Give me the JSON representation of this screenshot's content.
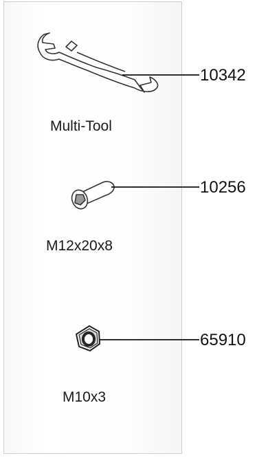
{
  "parts": [
    {
      "name": "Multi-Tool",
      "number": "10342",
      "icon": "multi-tool-wrench-icon"
    },
    {
      "name": "M12x20x8",
      "number": "10256",
      "icon": "bolt-icon"
    },
    {
      "name": "M10x3",
      "number": "65910",
      "icon": "hex-nut-icon"
    }
  ]
}
